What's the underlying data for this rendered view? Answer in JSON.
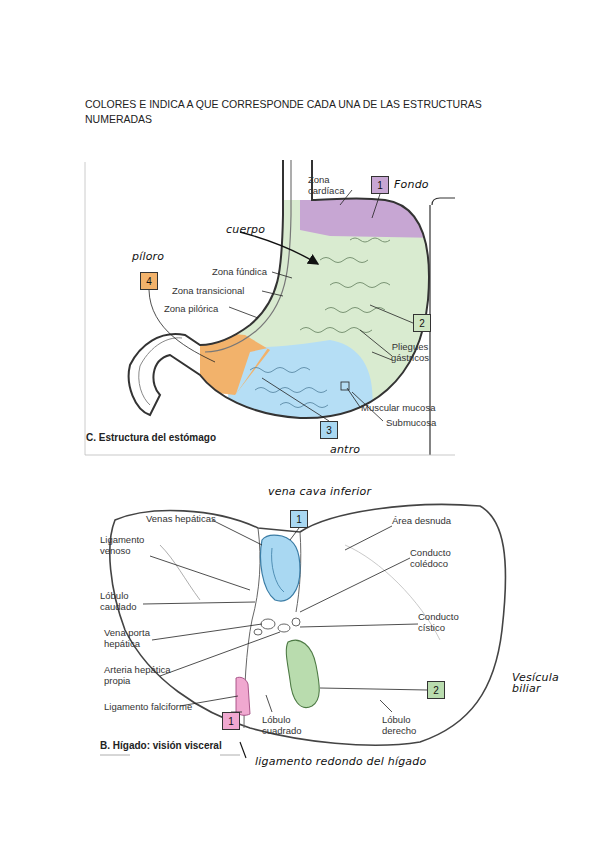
{
  "diagram": {
    "title": "COLORES E INDICA A QUE CORRESPONDE CADA UNA DE LAS ESTRUCTURAS NUMERADAS",
    "nodes": [
      {
        "text": [
          "1"
        ]
      },
      {
        "text": [
          "4"
        ]
      },
      {
        "text": [
          "2"
        ]
      },
      {
        "text": [
          "3"
        ]
      },
      {
        "text": [
          "1"
        ]
      },
      {
        "text": [
          "2"
        ]
      },
      {
        "text": [
          "1"
        ]
      }
    ],
    "labels": [
      "Fondo",
      "Zona cardíaca",
      "cuerpo",
      "píloro",
      "Zona fúndica",
      "Zona transicional",
      "Zona pilórica",
      "Pliegues gástricos",
      "Muscular mucosa",
      "Submucosa",
      "C. Estructura del estómago",
      "antro",
      "vena cava inferior",
      "Venas hepáticas",
      "Área desnuda",
      "Ligamento venoso",
      "Conducto colédoco",
      "Lóbulo caudado",
      "Conducto cístico",
      "Vena porta hepática",
      "Arteria hepática propia",
      "Vesícula biliar",
      "Ligamento falciforme",
      "Lóbulo cuadrado",
      "Lóbulo derecho",
      "B. Hígado: visión visceral",
      "ligamento redondo del hígado"
    ]
  }
}
